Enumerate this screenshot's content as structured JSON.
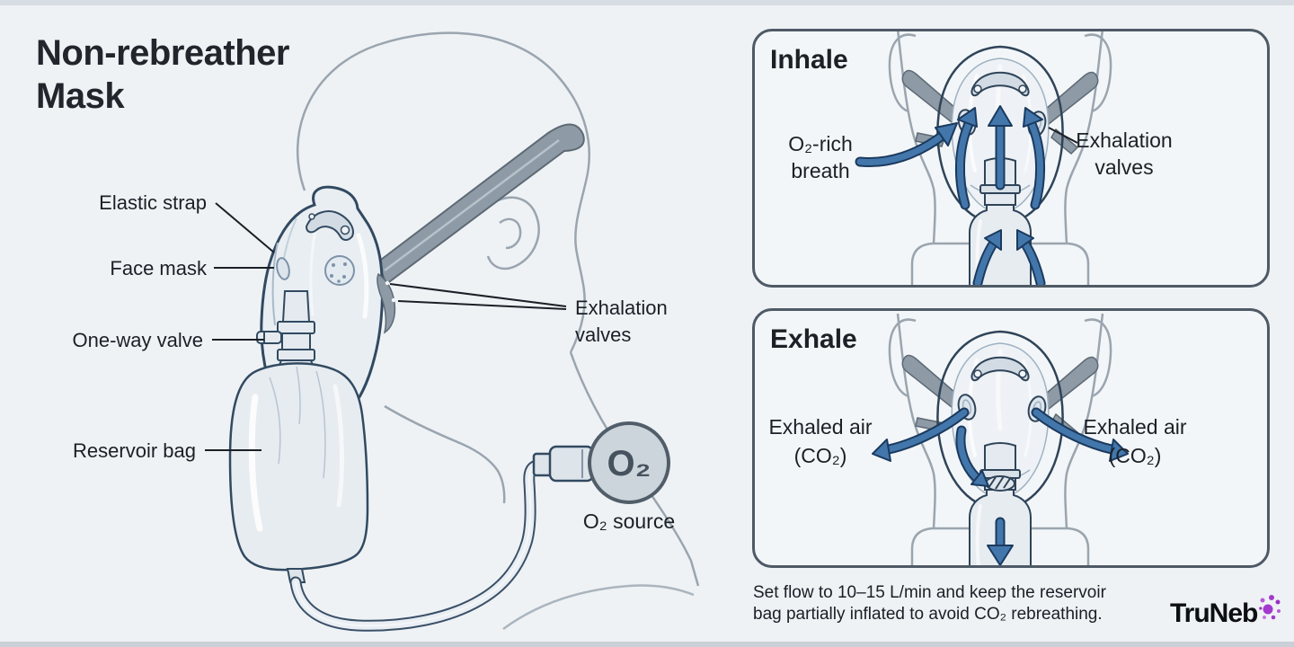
{
  "main": {
    "title_line1": "Non-rebreather",
    "title_line2": "Mask",
    "label_elastic_strap": "Elastic strap",
    "label_face_mask": "Face mask",
    "label_one_way_valve": "One-way valve",
    "label_reservoir_bag": "Reservoir bag",
    "label_exhalation_line1": "Exhalation",
    "label_exhalation_line2": "valves",
    "o2_badge": "O₂",
    "o2_source": "O₂ source"
  },
  "inhale_panel": {
    "title": "Inhale",
    "left_label_line1": "O₂-rich",
    "left_label_line2": "breath",
    "right_label_line1": "Exhalation",
    "right_label_line2": "valves"
  },
  "exhale_panel": {
    "title": "Exhale",
    "left_label_line1": "Exhaled air",
    "left_label_line2": "(CO₂)",
    "right_label_line1": "Exhaled air",
    "right_label_line2": "(CO₂)"
  },
  "footer": {
    "note_line1": "Set flow to 10–15 L/min and keep the reservoir",
    "note_line2": "bag partially inflated to avoid CO₂ rebreathing.",
    "brand": "TruNeb"
  },
  "colors": {
    "arrow_blue": "#4377ab",
    "arrow_outline": "#1b3a5f",
    "panel_border": "#4e5a66",
    "mask_line": "#2f4459",
    "head_line": "#9aa5af",
    "strap_gray": "#8e9aa5",
    "brand_purple": "#a23ace"
  }
}
